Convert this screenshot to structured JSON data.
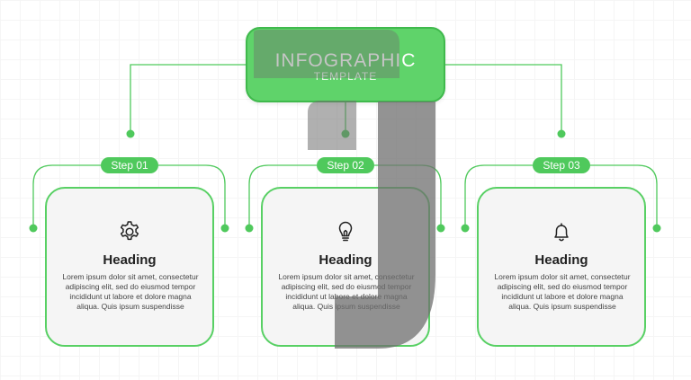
{
  "title": {
    "main": "INFOGRAPHIC",
    "sub": "TEMPLATE"
  },
  "colors": {
    "accent": "#5fd36a",
    "accent_line": "#4fc95c",
    "card_bg": "#f5f5f5",
    "overlay_gray": "#6f6f6f"
  },
  "steps": [
    {
      "label": "Step 01",
      "icon": "gear-icon",
      "heading": "Heading",
      "body": "Lorem ipsum dolor sit amet, consectetur adipiscing elit, sed do eiusmod tempor incididunt ut labore et dolore magna aliqua. Quis ipsum suspendisse"
    },
    {
      "label": "Step 02",
      "icon": "lightbulb-icon",
      "heading": "Heading",
      "body": "Lorem ipsum dolor sit amet, consectetur adipiscing elit, sed do eiusmod tempor incididunt ut labore et dolore magna aliqua. Quis ipsum suspendisse"
    },
    {
      "label": "Step 03",
      "icon": "bell-icon",
      "heading": "Heading",
      "body": "Lorem ipsum dolor sit amet, consectetur adipiscing elit, sed do eiusmod tempor incididunt ut labore et dolore magna aliqua. Quis ipsum suspendisse"
    }
  ]
}
